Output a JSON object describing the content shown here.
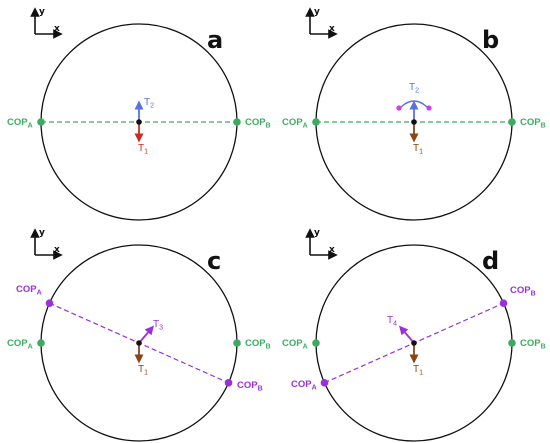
{
  "colors": {
    "green": "#3daa63",
    "purple": "#9b30d9",
    "red": "#cc2b1f",
    "brown": "#8b4513",
    "blue": "#5a6fe0",
    "magenta": "#d040e0",
    "black": "#111111"
  },
  "axes": {
    "x": "x",
    "y": "y"
  },
  "cop": {
    "base": "COP",
    "a": "A",
    "b": "B"
  },
  "torque": {
    "base": "T",
    "t1": "1",
    "t2": "2",
    "t3": "3",
    "t4": "4"
  },
  "panels": [
    {
      "letter": "a",
      "type": "a"
    },
    {
      "letter": "b",
      "type": "b"
    },
    {
      "letter": "c",
      "type": "c"
    },
    {
      "letter": "d",
      "type": "d"
    }
  ]
}
